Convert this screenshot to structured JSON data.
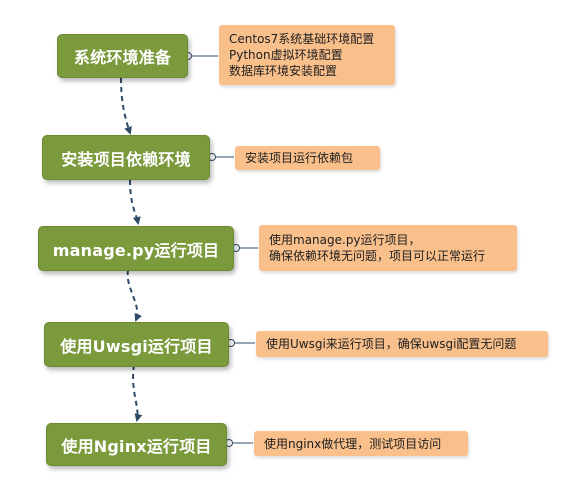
{
  "steps": [
    {
      "label": "系统环境准备",
      "notes": [
        "Centos7系统基础环境配置",
        "Python虚拟环境配置",
        "数据库环境安装配置"
      ]
    },
    {
      "label": "安装项目依赖环境",
      "notes": [
        "安装项目运行依赖包"
      ]
    },
    {
      "label": "manage.py运行项目",
      "notes": [
        "使用manage.py运行项目，",
        "确保依赖环境无问题，项目可以正常运行"
      ]
    },
    {
      "label": "使用Uwsgi运行项目",
      "notes": [
        "使用Uwsgi来运行项目，确保uwsgi配置无问题"
      ]
    },
    {
      "label": "使用Nginx运行项目",
      "notes": [
        "使用nginx做代理，测试项目访问"
      ]
    }
  ],
  "colors": {
    "step_fill": "#7a9a3c",
    "note_fill": "#f9c08c",
    "connector": "#2f4b6a"
  }
}
